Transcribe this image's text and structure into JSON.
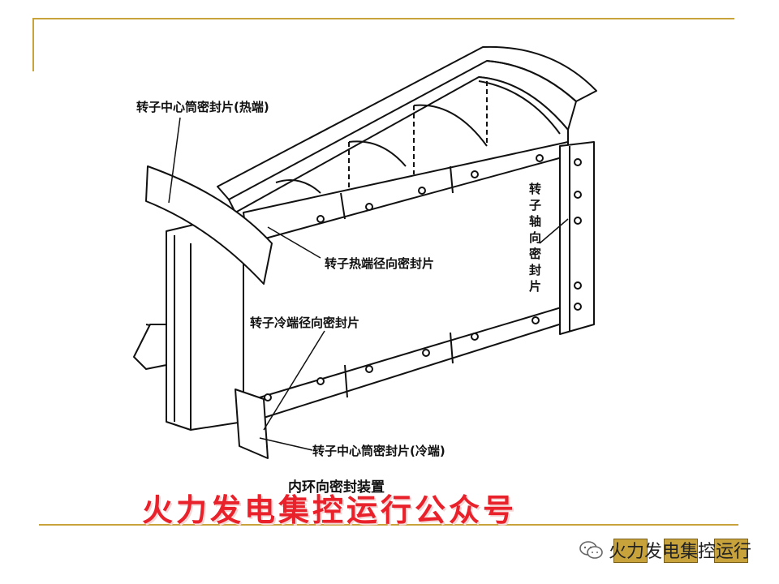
{
  "labels": {
    "hot_center": "转子中心筒密封片(热端)",
    "hot_radial": "转子热端径向密封片",
    "axial": [
      "转",
      "子",
      "轴",
      "向",
      "密",
      "封",
      "片"
    ],
    "cold_radial": "转子冷端径向密封片",
    "cold_center": "转子中心筒密封片(冷端)",
    "caption": "内环向密封装置"
  },
  "banner": "火力发电集控运行公众号",
  "footer": {
    "brand": "火力发电集控运行",
    "icon": "wechat-icon"
  },
  "colors": {
    "frame": "#c8a23a",
    "banner": "#e8212b"
  }
}
